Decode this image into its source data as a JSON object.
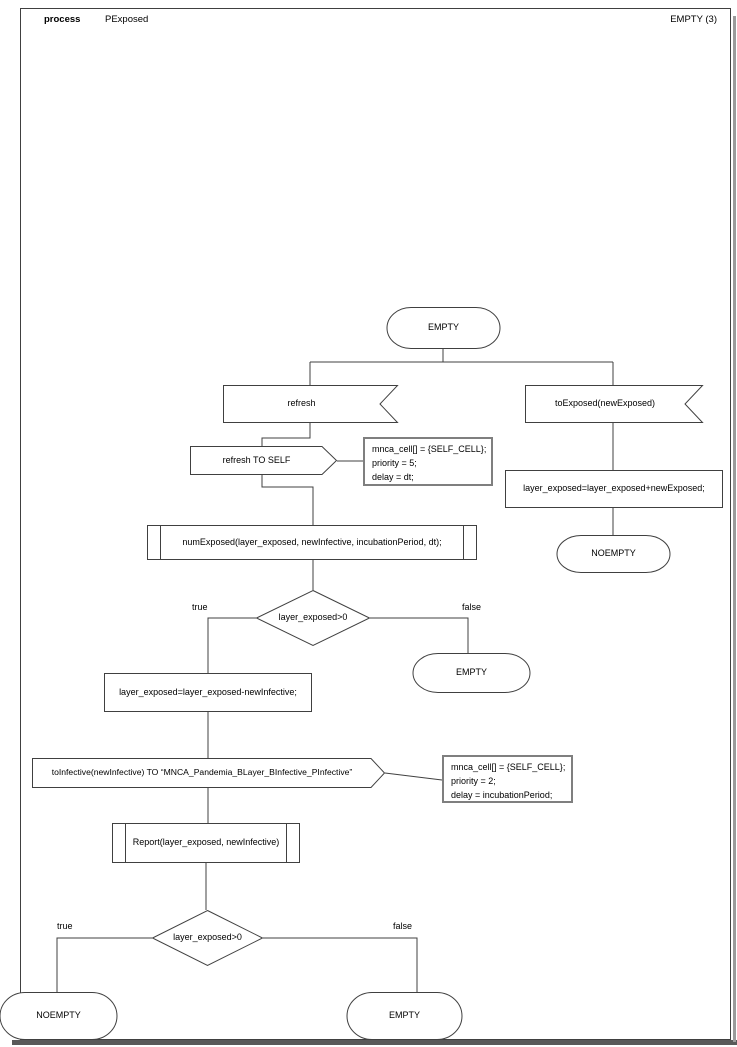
{
  "header": {
    "kind_label": "process",
    "process_name": "PExposed",
    "state_indicator": "EMPTY (3)"
  },
  "nodes": {
    "start_state": "EMPTY",
    "receive_refresh": "refresh",
    "receive_toExposed": "toExposed(newExposed)",
    "send_refresh_self": "refresh TO SELF",
    "note_refresh": {
      "lines": [
        "mnca_cell[] = {SELF_CELL};",
        "priority = 5;",
        "delay = dt;"
      ]
    },
    "assign_add": "layer_exposed=layer_exposed+newExposed;",
    "state_noempty_right": "NOEMPTY",
    "proc_numExposed": "numExposed(layer_exposed, newInfective, incubationPeriod, dt);",
    "decision1": "layer_exposed>0",
    "decision1_true": "true",
    "decision1_false": "false",
    "state_empty_mid": "EMPTY",
    "assign_sub": "layer_exposed=layer_exposed-newInfective;",
    "send_toInfective": "toInfective(newInfective) TO “MNCA_Pandemia_BLayer_BInfective_PInfective”",
    "note_toInfective": {
      "lines": [
        "mnca_cell[] = {SELF_CELL};",
        "priority = 2;",
        "delay = incubationPeriod;"
      ]
    },
    "proc_report": "Report(layer_exposed, newInfective)",
    "decision2": "layer_exposed>0",
    "decision2_true": "true",
    "decision2_false": "false",
    "state_noempty_bottom": "NOEMPTY",
    "state_empty_bottom": "EMPTY"
  },
  "colors": {
    "shape_border": "#404040",
    "note_border": "#7f7f7f",
    "background": "#ffffff",
    "text": "#000000"
  }
}
